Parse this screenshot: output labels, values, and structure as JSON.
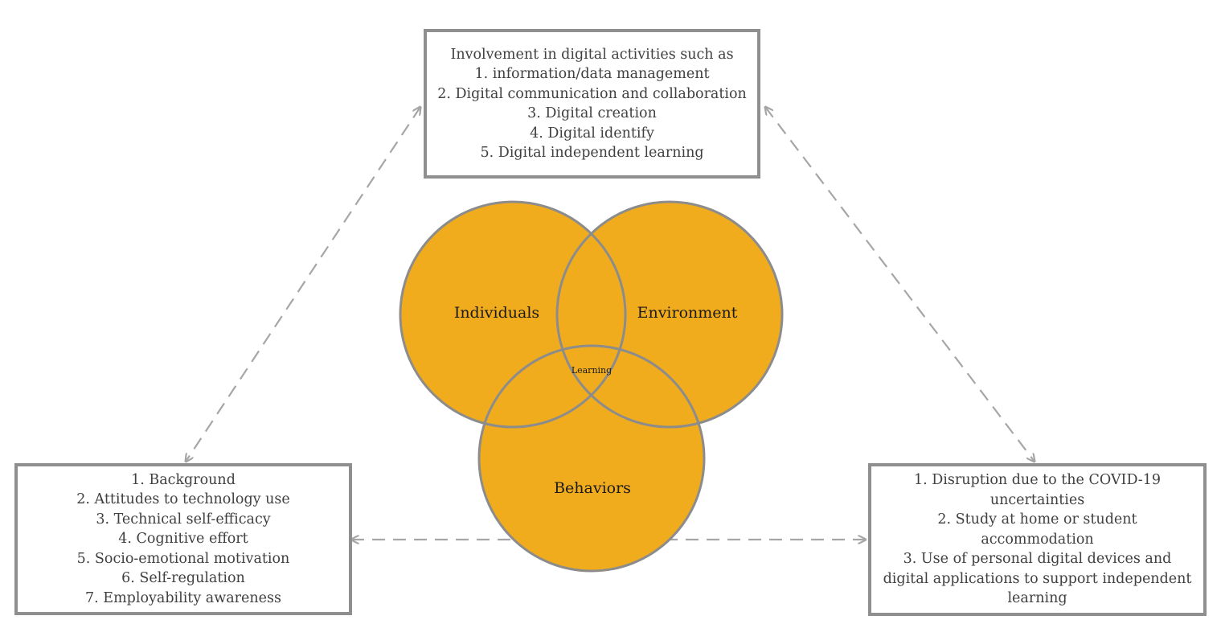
{
  "top_box": {
    "lines": [
      "Involvement in digital activities such as",
      "1. information/data management",
      "2. Digital communication and collaboration",
      "3. Digital creation",
      "4. Digital identify",
      "5. Digital independent learning"
    ]
  },
  "left_box": {
    "lines": [
      "1. Background",
      "2. Attitudes to technology use",
      "3. Technical self-efficacy",
      "4. Cognitive effort",
      "5. Socio-emotional motivation",
      "6. Self-regulation",
      "7. Employability awareness"
    ]
  },
  "right_box": {
    "lines": [
      "1. Disruption due to the COVID-19 uncertainties",
      "2. Study at home or student accommodation",
      "3. Use of personal digital devices and digital applications to support independent learning"
    ]
  },
  "venn": {
    "individuals": "Individuals",
    "environment": "Environment",
    "behaviors": "Behaviors",
    "center": "Learning"
  },
  "colors": {
    "circle_fill": "#F0AC1C",
    "circle_stroke": "#8C8C8C",
    "box_border": "#8F8F8F",
    "arrow": "#A6A6A6"
  }
}
